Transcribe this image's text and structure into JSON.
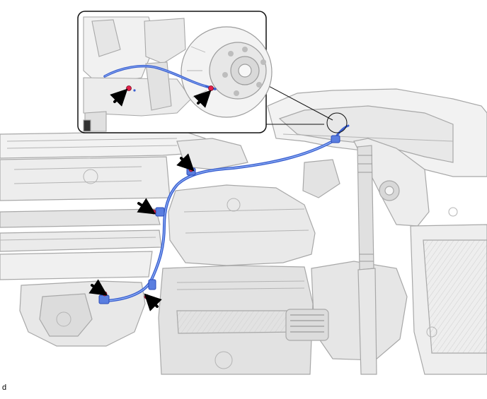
{
  "figure": {
    "label": "d"
  },
  "colors": {
    "background": "#ffffff",
    "line": "#9a9a9a",
    "outline": "#111111",
    "harness": "#3a5fd0",
    "harness_highlight": "#7fa2f0",
    "bolt": "#e2204a",
    "arrow": "#000000"
  },
  "callouts": [
    {
      "name": "inset-callout-box",
      "icon": "magnified-detail-view"
    },
    {
      "name": "clamp-bolt-arrow",
      "icon": "pointer-arrow"
    }
  ]
}
